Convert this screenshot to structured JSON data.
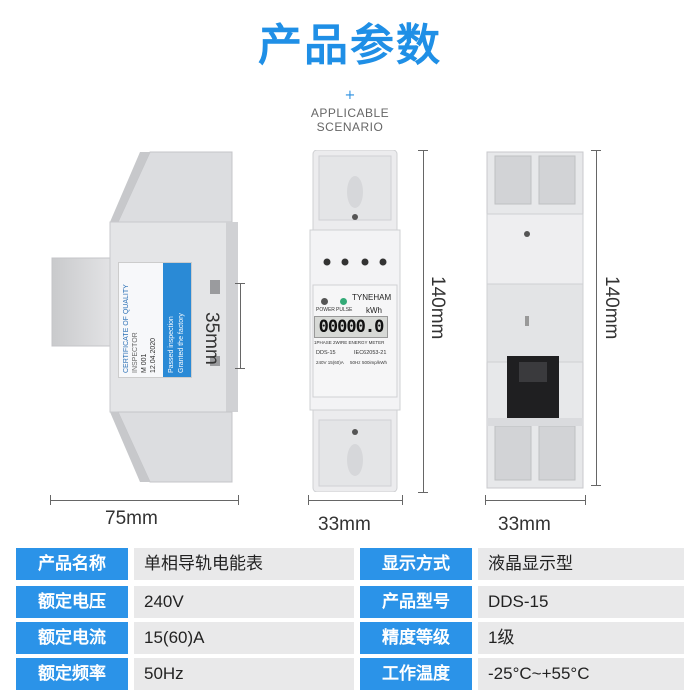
{
  "header": {
    "title": "产品参数",
    "plus": "+",
    "subtitle_line1": "APPLICABLE",
    "subtitle_line2": "SCENARIO"
  },
  "dimensions": {
    "side_width": "75mm",
    "side_depth": "35mm",
    "front_height": "140mm",
    "front_width": "33mm",
    "back_height": "140mm",
    "back_width": "33mm"
  },
  "side_label": {
    "line1": "CERTIFICATE OF QUALITY",
    "line2": "INSPECTOR",
    "line3": "M 001",
    "line4": "12.04.2020",
    "line5": "Passed inspection",
    "line6": "Granted the factory"
  },
  "meter": {
    "led_power": "POWER",
    "led_pulse": "PULSE",
    "brand": "TYNEHAM",
    "unit": "kWh",
    "reading": "00000.0",
    "type_text": "1PHASE 2WIRE ENERGY METER",
    "model": "DDS-15",
    "standard": "IEC62053-21",
    "rating": "240V 15(60)A",
    "frequency": "50Hz",
    "constant": "500imp/kWh"
  },
  "specs": [
    {
      "k1": "产品名称",
      "v1": "单相导轨电能表",
      "k2": "显示方式",
      "v2": "液晶显示型"
    },
    {
      "k1": "额定电压",
      "v1": "240V",
      "k2": "产品型号",
      "v2": "DDS-15"
    },
    {
      "k1": "额定电流",
      "v1": "15(60)A",
      "k2": "精度等级",
      "v2": "1级"
    },
    {
      "k1": "额定频率",
      "v1": "50Hz",
      "k2": "工作温度",
      "v2": "-25°C~+55°C"
    }
  ],
  "colors": {
    "accent": "#2b93e8",
    "title": "#1f8fe6",
    "value_bg": "#e9e9ea"
  }
}
